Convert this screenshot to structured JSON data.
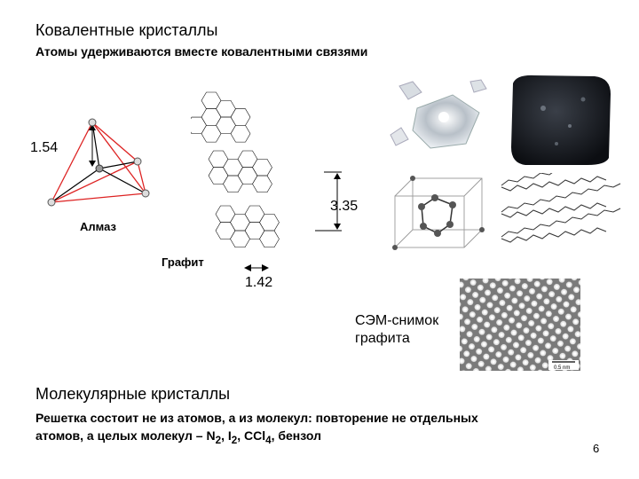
{
  "title_covalent": "Ковалентные кристаллы",
  "subtitle_covalent": "Атомы удерживаются вместе ковалентными связями",
  "label_154": "1.54",
  "label_diamond": "Алмаз",
  "label_graphite": "Графит",
  "label_335": "3.35",
  "label_142": "1.42",
  "sem_caption_line1": "СЭМ-снимок",
  "sem_caption_line2": "графита",
  "sem_scale": "0.5 nm",
  "title_molecular": "Молекулярные кристаллы",
  "desc_line1": "Решетка состоит не из атомов, а из молекул: повторение не отдельных",
  "desc_line2_prefix": "атомов, а целых молекул – N",
  "desc_sub_2a": "2",
  "desc_sep1": ", I",
  "desc_sub_2b": "2",
  "desc_sep2": ", CCl",
  "desc_sub_4": "4",
  "desc_suffix": ", бензол",
  "page_number": "6"
}
